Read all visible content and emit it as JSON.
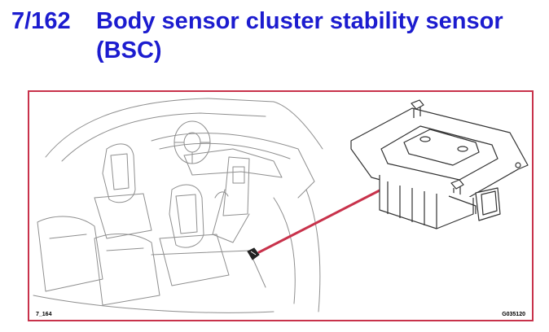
{
  "heading": {
    "number": "7/162",
    "title": "Body sensor cluster stability sensor (BSC)"
  },
  "figure": {
    "left_code": "7_164",
    "right_code": "G035120"
  },
  "colors": {
    "heading": "#1c1ccf",
    "frame_border": "#c8324b",
    "pointer_line": "#c8324b",
    "line_art": "#8a8a8a",
    "sensor_line": "#333333"
  }
}
